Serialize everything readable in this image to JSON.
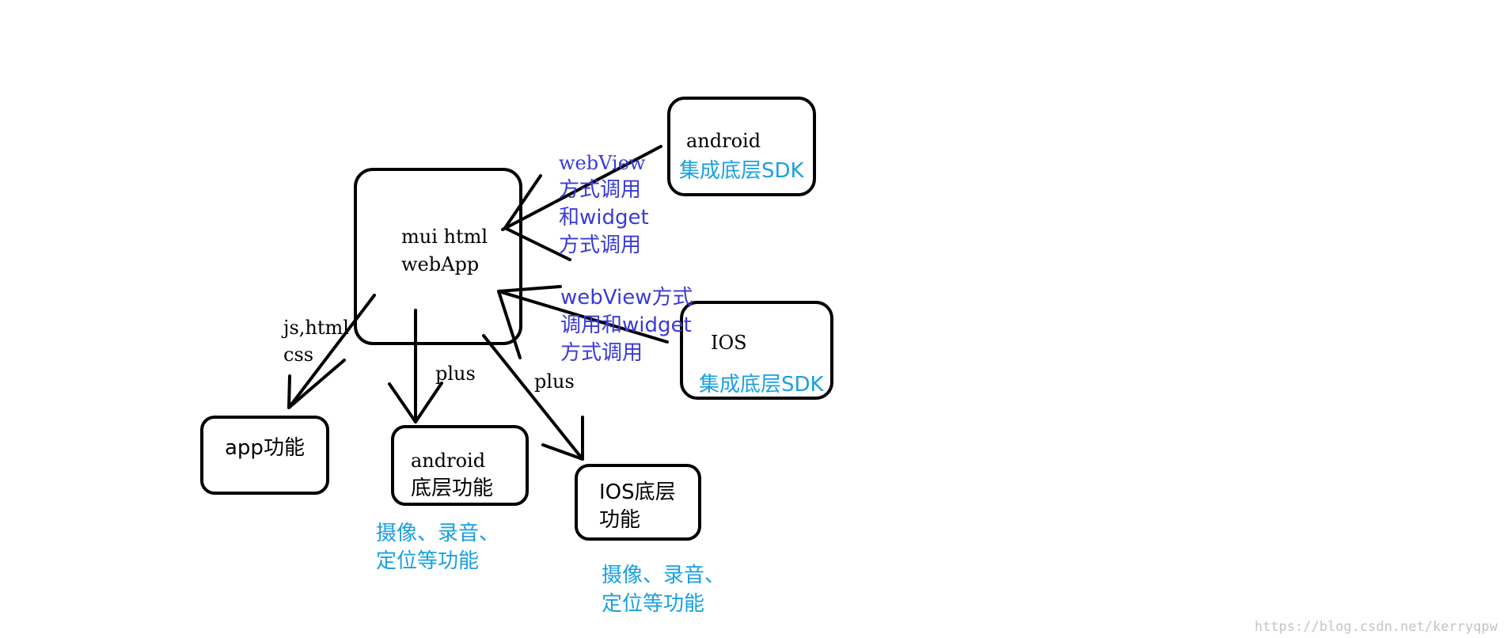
{
  "nodes": {
    "mui": [
      "mui html",
      "webApp"
    ],
    "android_sdk": {
      "title": "android",
      "subtitle": "集成底层SDK"
    },
    "ios_sdk": {
      "title": "IOS",
      "subtitle": "集成底层SDK"
    },
    "app": [
      "app功能"
    ],
    "android_native": [
      "android",
      "底层功能"
    ],
    "ios_native": [
      "IOS底层",
      "功能"
    ]
  },
  "edge_labels": {
    "android_to_mui": [
      "webView",
      "方式调用",
      "和widget",
      "方式调用"
    ],
    "ios_to_mui": [
      "webView方式",
      "调用和widget",
      "方式调用"
    ],
    "mui_to_app": [
      "js,html",
      "css"
    ],
    "mui_to_android": [
      "plus"
    ],
    "mui_to_ios": [
      "plus"
    ]
  },
  "notes": {
    "android_features": [
      "摄像、录音、",
      "定位等功能"
    ],
    "ios_features": [
      "摄像、录音、",
      "定位等功能"
    ]
  },
  "watermark": "https://blog.csdn.net/kerryqpw",
  "colors": {
    "label_blue": "#3a3ad8",
    "note_cyan": "#1aa0e0",
    "stroke": "#000000"
  }
}
